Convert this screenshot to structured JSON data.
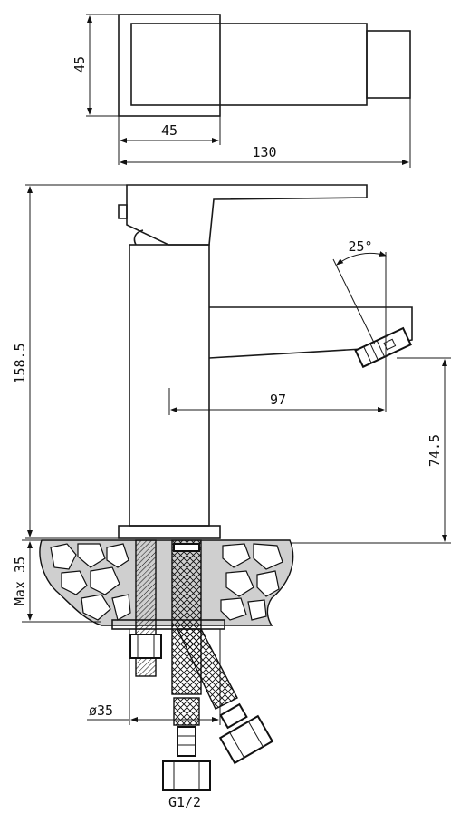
{
  "dimensions": {
    "top_height": "45",
    "top_width": "45",
    "overall_length": "130",
    "total_height": "158.5",
    "spout_reach": "97",
    "spout_height": "74.5",
    "spout_angle": "25°",
    "max_thickness": "Max 35",
    "hole_diameter": "ø35",
    "connection": "G1/2"
  },
  "colors": {
    "line": "#111111",
    "background": "#ffffff",
    "stone": "#cfcfcf"
  }
}
